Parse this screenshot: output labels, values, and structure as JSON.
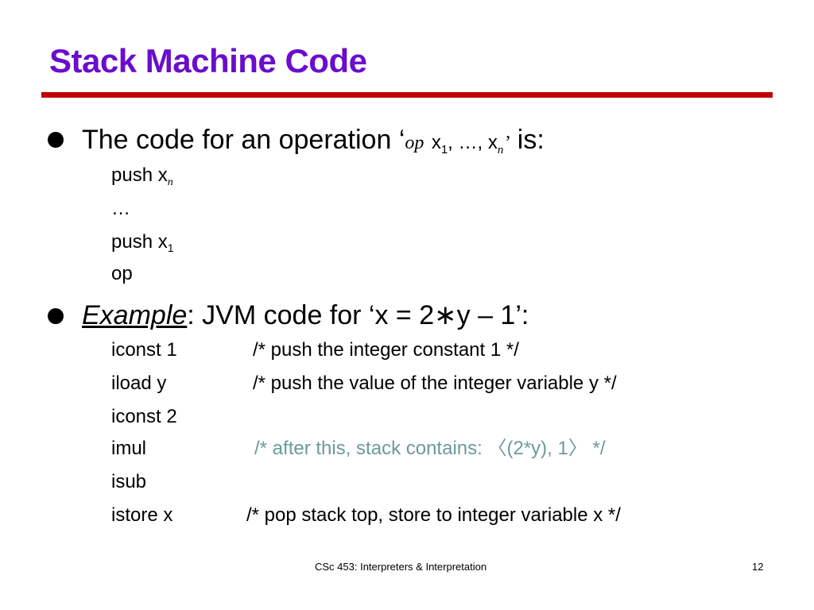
{
  "title": "Stack Machine Code",
  "colors": {
    "title": "#6a0dcc",
    "rule": "#c00000",
    "comment_highlight": "#6b9a9a",
    "text": "#000000"
  },
  "bullet1": {
    "text_a": "The code for an operation ‘",
    "op": "op",
    "x1": "x",
    "x1_sub": "1",
    "mid": ", …, x",
    "xn_sub": "n",
    "close_quote": "’",
    "tail": " is:"
  },
  "sub1": {
    "line1_text": "push x",
    "line1_sub": "n",
    "line2": "…",
    "line3_text": "push x",
    "line3_sub": "1",
    "line4": "op"
  },
  "bullet2": {
    "label": "Example",
    "rest": ":  JVM code for ‘x = 2∗y – 1’:"
  },
  "code": [
    {
      "instr": "iconst 1",
      "comment": "/* push the integer constant 1 */"
    },
    {
      "instr": "iload y",
      "comment": "/* push the value of the integer variable y */"
    },
    {
      "instr": "iconst 2",
      "comment": ""
    },
    {
      "instr": "imul",
      "comment": "/* after this, stack contains: 〈(2*y), 1〉 */"
    },
    {
      "instr": "isub",
      "comment": ""
    },
    {
      "instr": "istore x",
      "comment": "/* pop stack top, store to integer variable x */"
    }
  ],
  "footer": {
    "course": "CSc 453: Interpreters & Interpretation",
    "page": "12"
  }
}
